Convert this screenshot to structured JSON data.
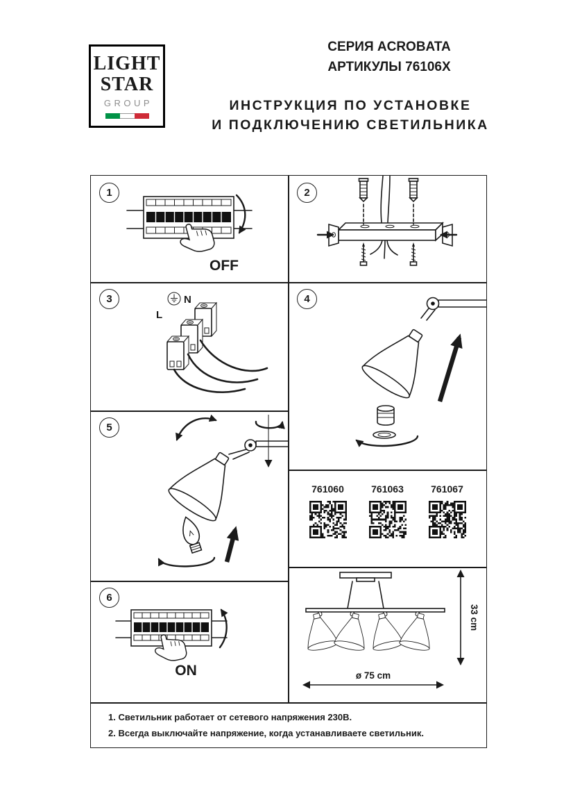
{
  "colors": {
    "ink": "#1a1a1a",
    "flag_green": "#009246",
    "flag_red": "#ce2b37",
    "logo_gray": "#8d8d8d"
  },
  "logo": {
    "line1": "LIGHT",
    "line2": "STAR",
    "line3": "GROUP"
  },
  "header": {
    "series": "СЕРИЯ ACROBATA",
    "articles": "АРТИКУЛЫ 76106X",
    "instruction1": "ИНСТРУКЦИЯ ПО УСТАНОВКЕ",
    "instruction2": "И ПОДКЛЮЧЕНИЮ СВЕТИЛЬНИКА"
  },
  "steps": {
    "s1": {
      "number": "1",
      "label": "OFF"
    },
    "s2": {
      "number": "2"
    },
    "s3": {
      "number": "3",
      "terminal_n": "N",
      "terminal_l": "L"
    },
    "s4": {
      "number": "4"
    },
    "s5": {
      "number": "5"
    },
    "s6": {
      "number": "6",
      "label": "ON"
    }
  },
  "qr": {
    "codes": [
      {
        "label": "761060"
      },
      {
        "label": "761063"
      },
      {
        "label": "761067"
      }
    ]
  },
  "dimensions": {
    "diameter": "ø 75 cm",
    "height": "33 cm"
  },
  "notes": [
    "1. Светильник работает от сетевого напряжения 230В.",
    "2. Всегда выключайте напряжение, когда устанавливаете светильник."
  ]
}
